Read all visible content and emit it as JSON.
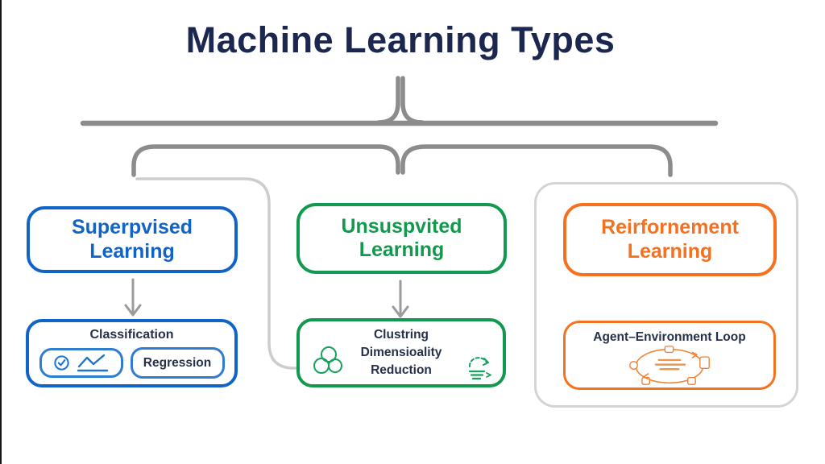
{
  "title": "Machine Learning Types",
  "colors": {
    "title_text": "#1c2750",
    "detail_text": "#26304a",
    "supervised_accent": "#1064c8",
    "unsupervised_accent": "#12994e",
    "reinforcement_accent": "#f5711f",
    "connector_dark": "#8c8c8c",
    "connector_light": "#cdcdcd",
    "arrow": "#9b9b9b"
  },
  "branches": {
    "supervised": {
      "label": "Superpvised\nLearning",
      "detail": {
        "title": "Classification",
        "regression_label": "Regression",
        "icons": [
          "check-circle-icon",
          "line-chart-icon"
        ]
      }
    },
    "unsupervised": {
      "label": "Unsuspvited\nLearning",
      "detail": {
        "label": "Clustring\nDimensioality\nReduction",
        "icons": [
          "cluster-circles-icon",
          "recycle-list-icon"
        ]
      }
    },
    "reinforcement": {
      "label": "Reirfornement\nLearning",
      "detail": {
        "title": "Agent–Environment Loop",
        "icons": [
          "agent-environment-loop-icon"
        ]
      }
    }
  }
}
